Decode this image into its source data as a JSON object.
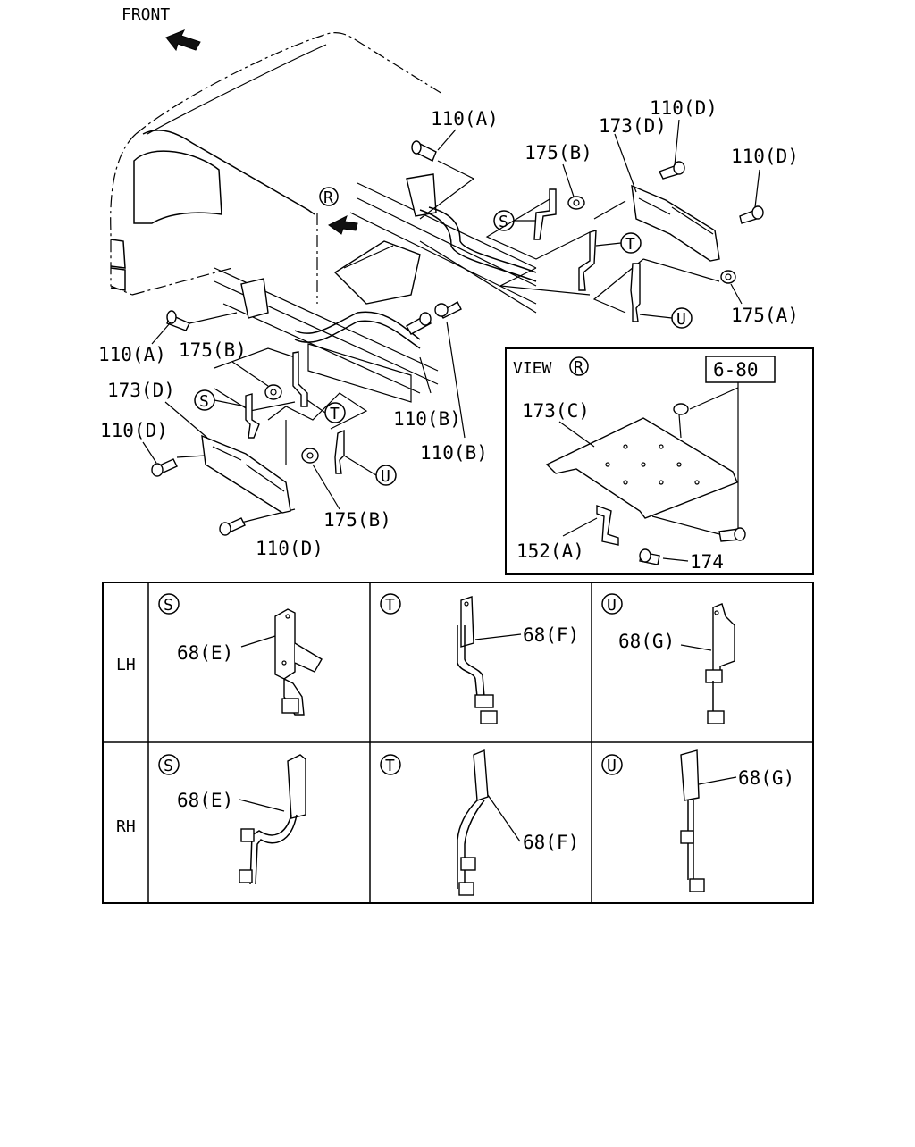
{
  "front_label": "FRONT",
  "view_r": {
    "letter": "R",
    "label": "VIEW"
  },
  "ref_box": "6-80",
  "callouts": {
    "c110a_top": "110(A)",
    "c110a_left": "110(A)",
    "c110d_1": "110(D)",
    "c110d_2": "110(D)",
    "c110d_3": "110(D)",
    "c110d_4": "110(D)",
    "c173d_right": "173(D)",
    "c173d_left": "173(D)",
    "c175b_top": "175(B)",
    "c175b_left": "175(B)",
    "c175b_bottom": "175(B)",
    "c175a": "175(A)",
    "c110b_1": "110(B)",
    "c110b_2": "110(B)",
    "c173c": "173(C)",
    "c152a": "152(A)",
    "c174": "174"
  },
  "markers": {
    "s": "S",
    "t": "T",
    "u": "U",
    "r": "R"
  },
  "table": {
    "rows": [
      "LH",
      "RH"
    ],
    "cells": {
      "lh_s": "68(E)",
      "lh_t": "68(F)",
      "lh_u": "68(G)",
      "rh_s": "68(E)",
      "rh_t": "68(F)",
      "rh_u": "68(G)"
    }
  }
}
